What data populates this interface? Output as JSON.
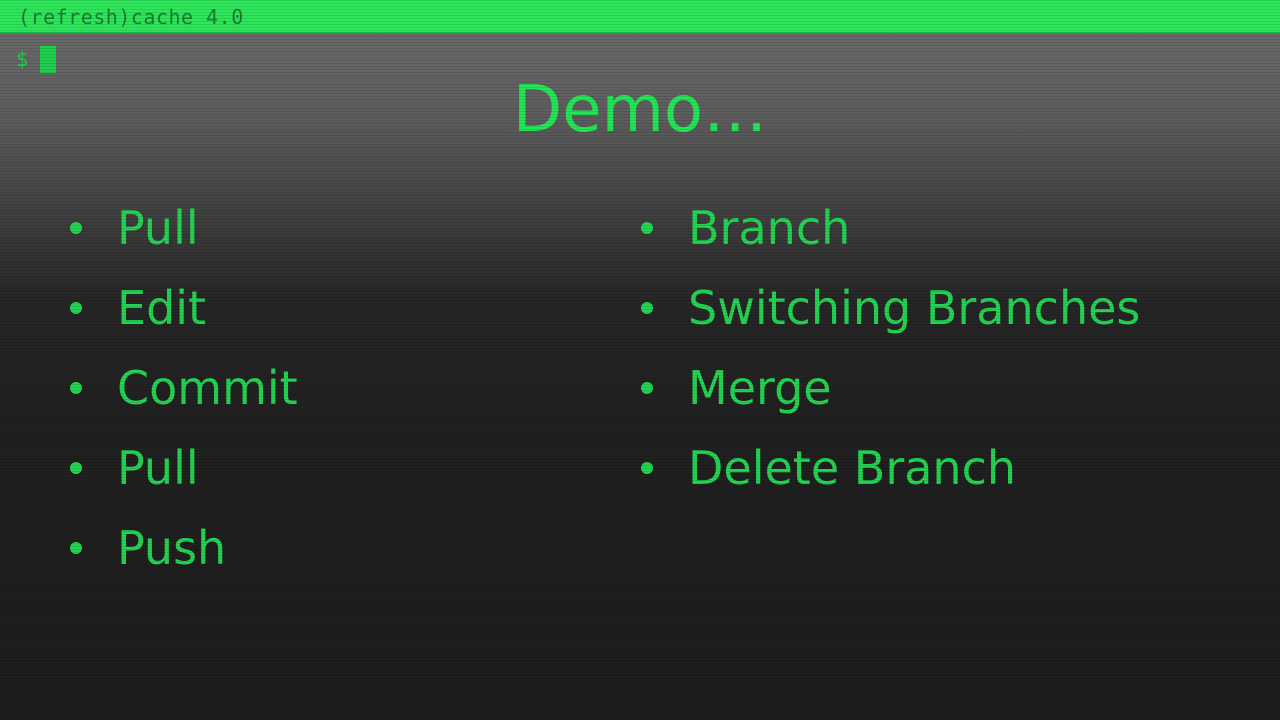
{
  "terminal": {
    "title": "(refresh)cache 4.0",
    "prompt": "$"
  },
  "slide": {
    "title": "Demo…",
    "left_items": [
      {
        "label": "Pull"
      },
      {
        "label": "Edit"
      },
      {
        "label": "Commit"
      },
      {
        "label": "Pull"
      },
      {
        "label": "Push"
      }
    ],
    "right_items": [
      {
        "label": "Branch"
      },
      {
        "label": "Switching Branches"
      },
      {
        "label": "Merge"
      },
      {
        "label": "Delete Branch"
      }
    ]
  },
  "colors": {
    "accent": "#2ee65a",
    "text_green": "#22d451",
    "background_dark": "#1d1d1d"
  },
  "icons": {
    "bullet": "bullet-dot-icon",
    "cursor": "block-cursor"
  }
}
